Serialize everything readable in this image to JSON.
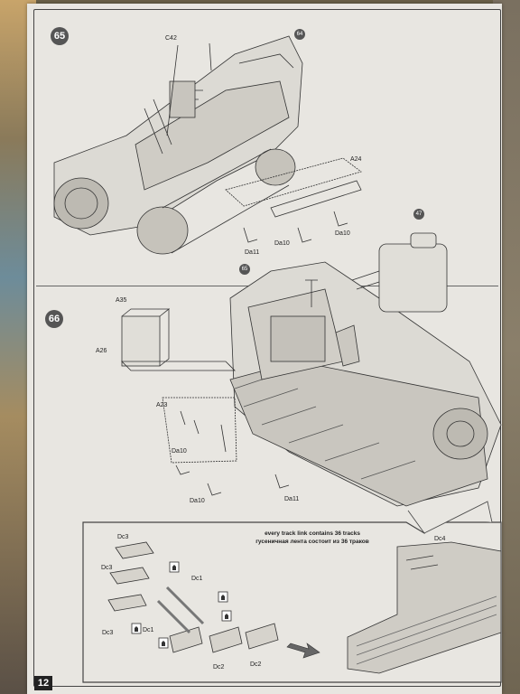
{
  "page": {
    "number": "12"
  },
  "steps": {
    "step65": {
      "number": "65",
      "refs": {
        "r64": "64"
      },
      "labels": {
        "c42": "C42",
        "a24": "A24",
        "da10a": "Da10",
        "da10b": "Da10",
        "da11": "Da11"
      }
    },
    "step66": {
      "number": "66",
      "refs": {
        "r65": "65",
        "r47": "47"
      },
      "labels": {
        "a35": "A35",
        "a26": "A26",
        "a23": "A23",
        "da10a": "Da10",
        "da10b": "Da10",
        "da11": "Da11"
      }
    }
  },
  "detail": {
    "note_en": "every track link contains 36 tracks",
    "note_ru": "гусеничная лента состоит из 36 траков",
    "labels": {
      "dc3a": "Dc3",
      "dc3b": "Dc3",
      "dc3c": "Dc3",
      "dc1a": "Dc1",
      "dc1b": "Dc1",
      "dc2a": "Dc2",
      "dc2b": "Dc2",
      "dc4": "Dc4"
    }
  },
  "icons": [
    "glue-icon",
    "glue-icon",
    "glue-icon",
    "glue-icon",
    "glue-icon",
    "arrow-right-icon"
  ]
}
